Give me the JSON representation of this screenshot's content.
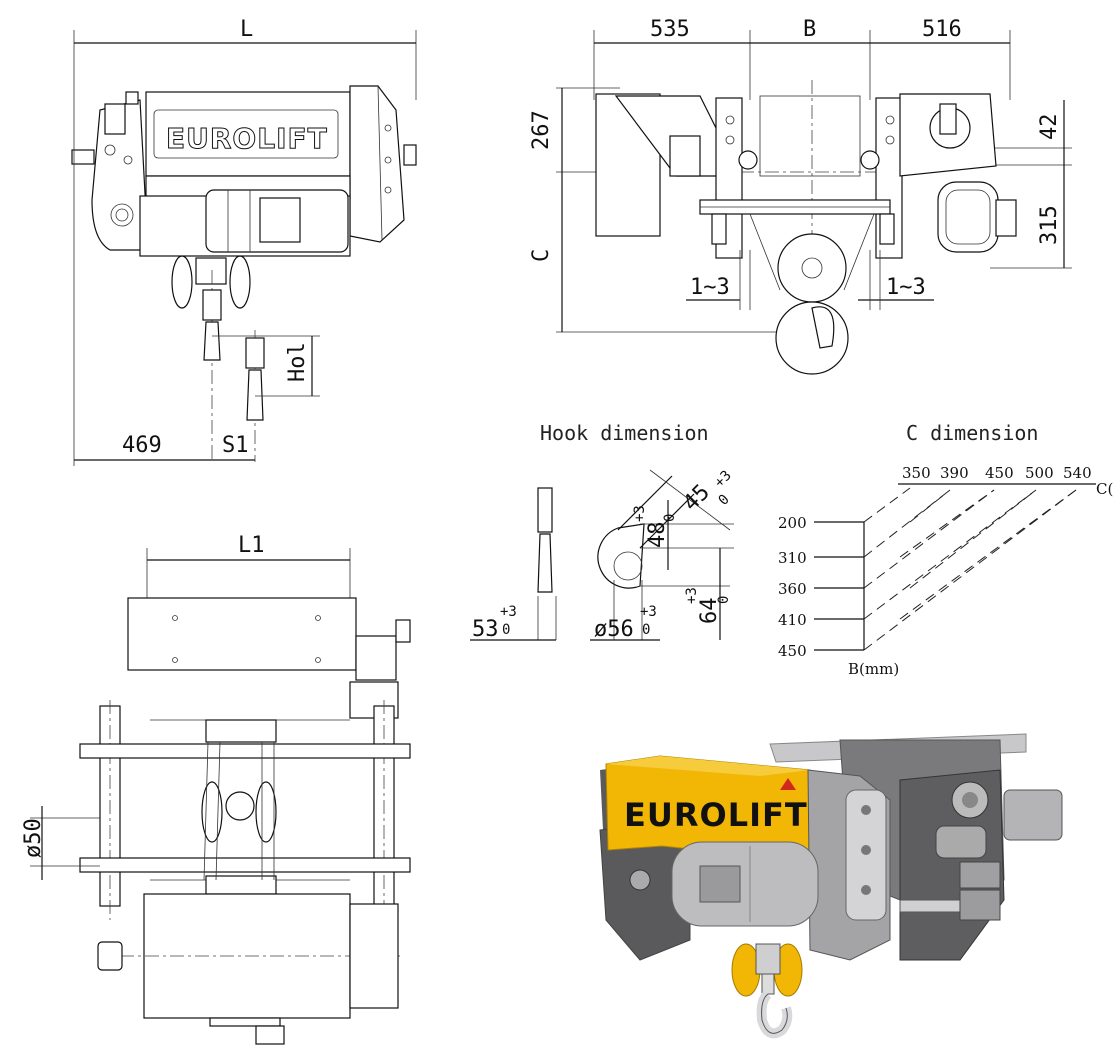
{
  "brand": {
    "logo_text": "EUROLIFT"
  },
  "side_view": {
    "dim_length": "L",
    "dim_offset": "469",
    "dim_s1": "S1",
    "dim_hol": "Hol"
  },
  "front_view": {
    "dim_left": "535",
    "dim_b": "B",
    "dim_right": "516",
    "dim_267": "267",
    "dim_42": "42",
    "dim_315": "315",
    "dim_c": "C",
    "dim_gap_left": "1~3",
    "dim_gap_right": "1~3"
  },
  "top_view": {
    "dim_l1": "L1",
    "dim_diameter": "ø50"
  },
  "hook_dimension": {
    "heading": "Hook dimension",
    "dim_45": "45",
    "dim_45_tol_upper": "+3",
    "dim_45_tol_lower": "0",
    "dim_48": "48",
    "dim_48_tol_upper": "+3",
    "dim_48_tol_lower": "0",
    "dim_53": "53",
    "dim_53_tol_upper": "+3",
    "dim_53_tol_lower": "0",
    "dim_56": "ø56",
    "dim_56_tol_upper": "+3",
    "dim_56_tol_lower": "0",
    "dim_64": "64",
    "dim_64_tol_upper": "+3",
    "dim_64_tol_lower": "0"
  },
  "c_dimension": {
    "heading": "C dimension",
    "c_values": [
      "350",
      "390",
      "450",
      "500",
      "540"
    ],
    "c_axis_label": "C(",
    "b_values": [
      "200",
      "310",
      "360",
      "410",
      "450"
    ],
    "b_axis_label": "B(mm)"
  },
  "colors": {
    "housing_yellow": "#f2b705",
    "body_grey": "#9a9a9c",
    "frame_dark": "#5a5a5c",
    "logo_accent_red": "#d0281e"
  }
}
